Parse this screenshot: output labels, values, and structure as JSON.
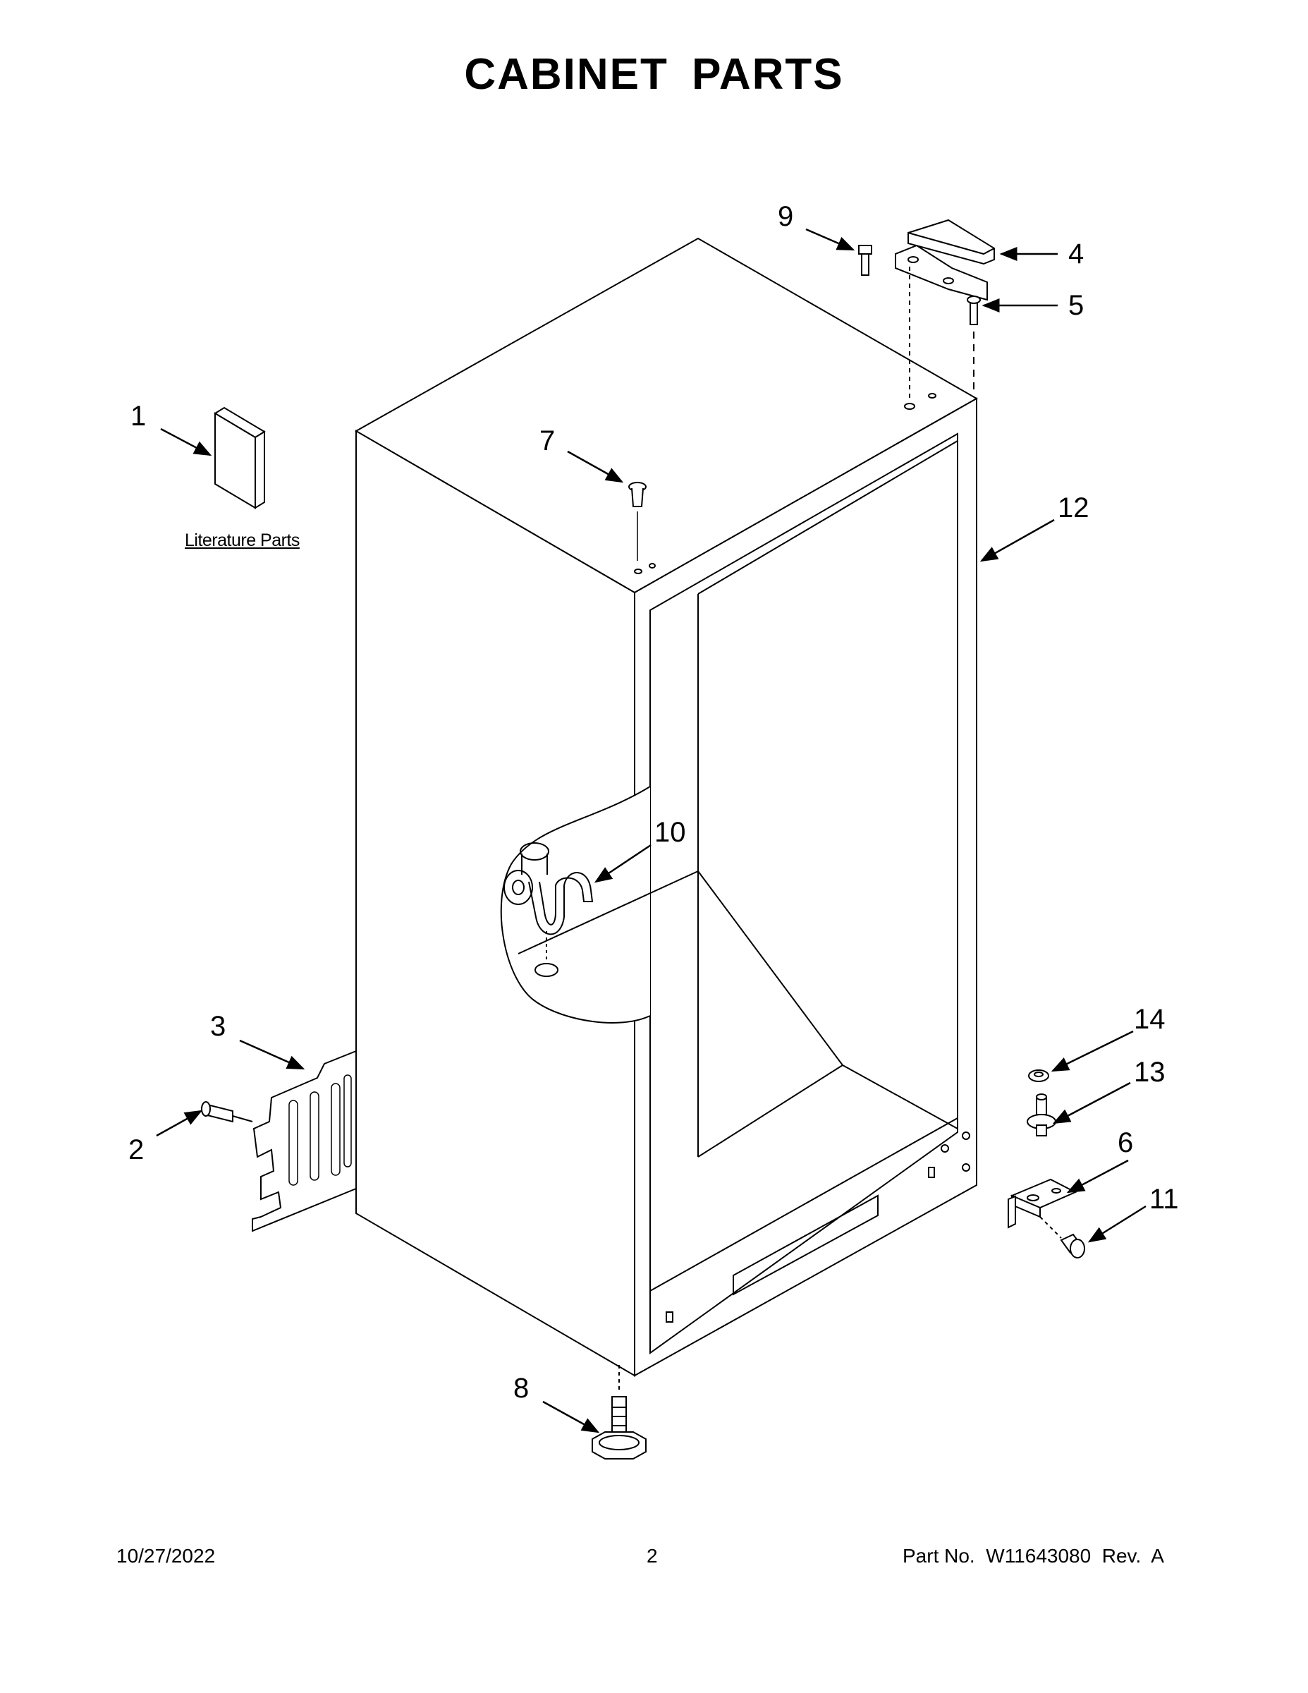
{
  "page_title": "CABINET PARTS",
  "literature_label": "Literature Parts",
  "callouts": [
    "1",
    "2",
    "3",
    "4",
    "5",
    "6",
    "7",
    "8",
    "9",
    "10",
    "11",
    "12",
    "13",
    "14"
  ],
  "footer": {
    "date": "10/27/2022",
    "page_number": "2",
    "part_number": "Part No.  W11643080  Rev.  A"
  }
}
